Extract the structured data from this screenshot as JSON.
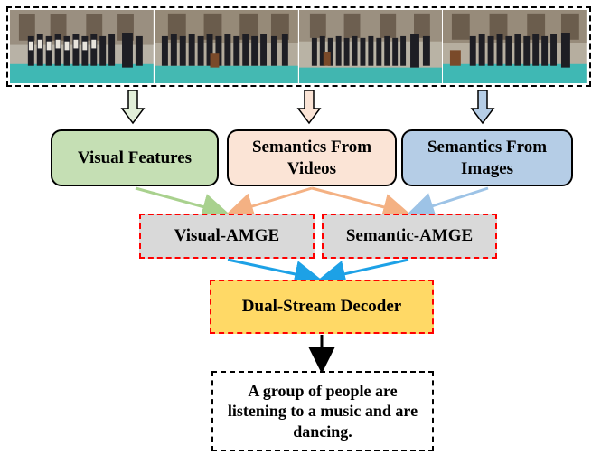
{
  "video_frames": {
    "count": 4,
    "description_icon": "video-frame-image"
  },
  "inputs": {
    "visual_features": "Visual Features",
    "semantics_videos": "Semantics From Videos",
    "semantics_images": "Semantics From Images"
  },
  "encoders": {
    "visual_amge": "Visual-AMGE",
    "semantic_amge": "Semantic-AMGE"
  },
  "decoder": {
    "label": "Dual-Stream Decoder"
  },
  "output": {
    "caption": "A group of people are listening to a music and are dancing."
  },
  "colors": {
    "visual_features": "#c5dfb4",
    "semantics_videos": "#fbe4d6",
    "semantics_images": "#b5cde6",
    "amge": "#d9d9d9",
    "decoder": "#ffd966",
    "arrow_green": "#a9d18e",
    "arrow_peach": "#f4b183",
    "arrow_blue": "#9dc3e6",
    "arrow_cyan": "#1da1e6",
    "dashed_red": "#ff0000"
  }
}
